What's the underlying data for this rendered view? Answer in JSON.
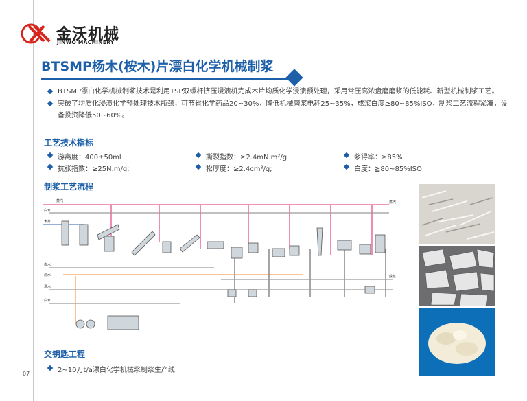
{
  "brand": {
    "name_cn": "金沃机械",
    "name_en": "JINWO MACHINERY",
    "colors": {
      "primary_blue": "#1d5fa8",
      "logo_red": "#d7261e"
    }
  },
  "page": {
    "title": "BTSMP杨木(桉木)片漂白化学机械制浆",
    "page_number": "07"
  },
  "intro": [
    "BTSMP漂白化学机械制浆技术是利用TSP双螺杆挤压浸渍机完成木片均质化学浸渍预处理，采用常压高浓盘磨磨浆的低能耗、新型机械制浆工艺。",
    "突破了均质化浸渍化学预处理技术瓶颈，可节省化学药品20~30%，降低机械磨浆电耗25~35%，成浆白度≥80~85%ISO，制浆工艺流程紧凑，设备投资降低50~60%。"
  ],
  "specs": {
    "title": "工艺技术指标",
    "items": [
      "游离度：400±50ml",
      "撕裂指数：≥2.4mN.m²/g",
      "浆得率：≥85%",
      "抗张指数：≥25N.m/g;",
      "松厚度：≥2.4cm³/g;",
      "白度：≧80~85%ISO"
    ]
  },
  "process": {
    "title": "制浆工艺流程",
    "labels": [
      "蒸汽",
      "木片",
      "白水",
      "蒸汽",
      "白水",
      "清水",
      "白水",
      "清水",
      "成浆"
    ]
  },
  "key_projects": {
    "title": "交钥匙工程",
    "items": [
      "2~10万t/a漂白化学机械浆制浆生产线"
    ]
  },
  "photos": [
    "wood-chips-photo",
    "wood-pieces-photo",
    "bleached-pulp-photo"
  ]
}
